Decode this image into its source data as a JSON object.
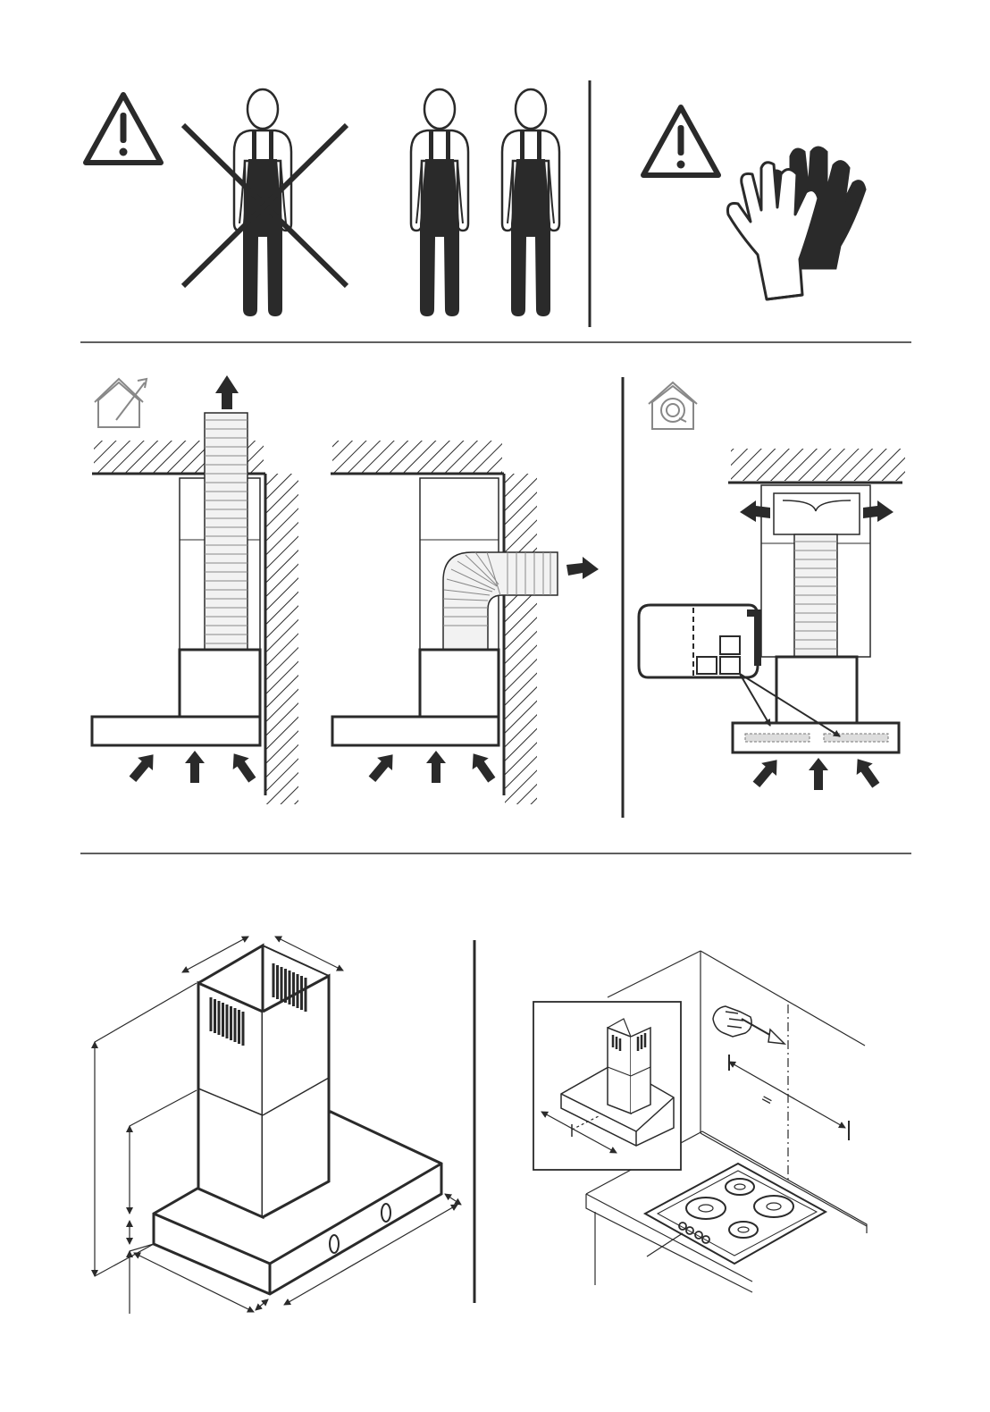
{
  "page": {
    "background": "#ffffff",
    "ink": "#2a2a2a",
    "duct_fill": "#f2f2f2"
  },
  "panels": {
    "safety": {
      "warning_icon_left": "warning-triangle-icon",
      "forbidden": "single-installer-crossed-out",
      "allowed": "two-installers",
      "warning_icon_right": "warning-triangle-icon",
      "gloves": "protective-gloves-icon"
    },
    "ventilation": {
      "extraction_mode_icon": "house-with-outward-arrow-icon",
      "recirculation_mode_icon": "house-with-recirculation-spiral-icon",
      "variants": [
        "vertical-duct-extraction",
        "side-duct-extraction",
        "recirculation-with-filters"
      ]
    },
    "installation": {
      "dimensioned_hood": "chimney-hood-dimension-drawing",
      "mounting": "wall-marking-above-hob",
      "equal_mark": "="
    }
  }
}
